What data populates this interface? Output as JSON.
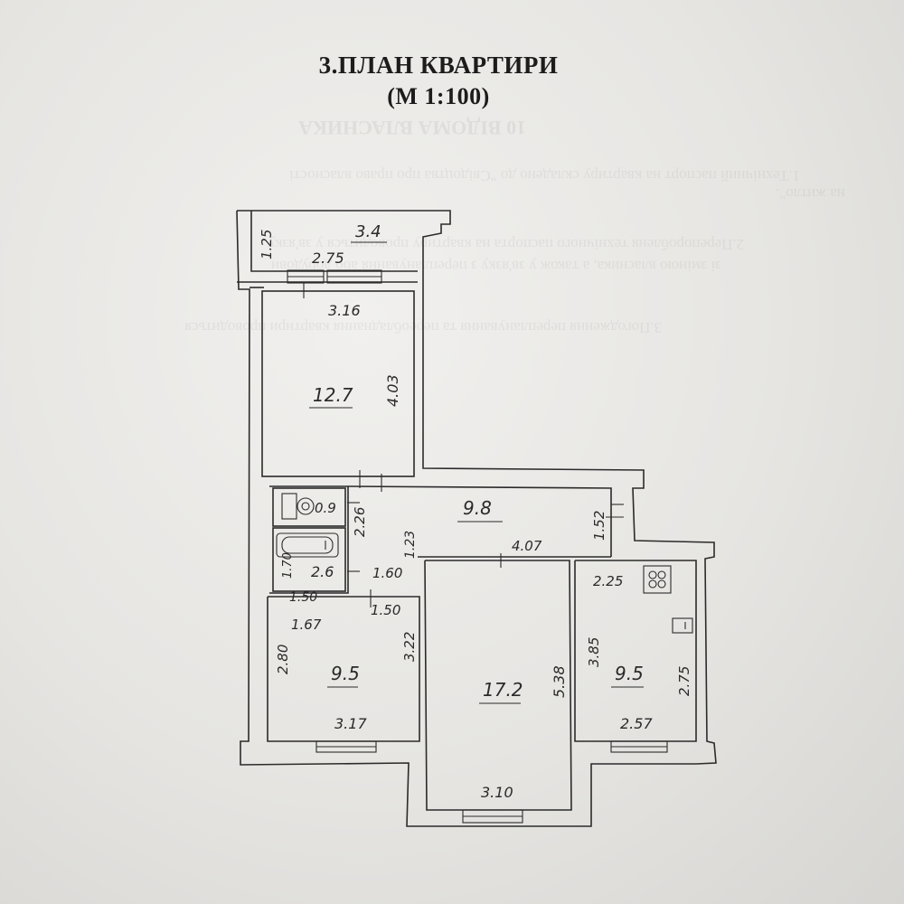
{
  "title": "3.ПЛАН КВАРТИРИ",
  "scale": "(М 1:100)",
  "bleed_through": [
    "10 ВІДОМА ВЛАСНИКА",
    "1.Технічний паспорт на квартиру складено до \"Свідоцтва про право власності",
    "на житло\".",
    "2.Перепоробленя технічного паспорта на квартиру проводиться у зв'язку",
    "зі зміною власника, а також у зв'язку з перепланування або добудови",
    "3.Погодження перепланування та переобладнання квартири проводиться"
  ],
  "rooms": {
    "storage": {
      "area": "3.4",
      "width": "2.75",
      "depth": "1.25"
    },
    "room_top": {
      "area": "12.7",
      "width": "3.16",
      "length": "4.03"
    },
    "wc": {
      "area": "0.9"
    },
    "bath": {
      "area": "2.6",
      "width": "1.50",
      "length": "1.70"
    },
    "corridor_small": {
      "width": "1.60",
      "length": "2.26",
      "sub": "1.23"
    },
    "corridor": {
      "area": "9.8",
      "length": "4.07",
      "width": "1.52"
    },
    "room_left": {
      "area": "9.5",
      "top": "1.67",
      "bottom": "3.17",
      "left": "2.80",
      "right": "3.22",
      "door": "1.50"
    },
    "room_center": {
      "area": "17.2",
      "length": "5.38",
      "width": "3.10"
    },
    "kitchen": {
      "area": "9.5",
      "top": "2.25",
      "left": "3.85",
      "right": "2.75",
      "bottom": "2.57"
    }
  }
}
